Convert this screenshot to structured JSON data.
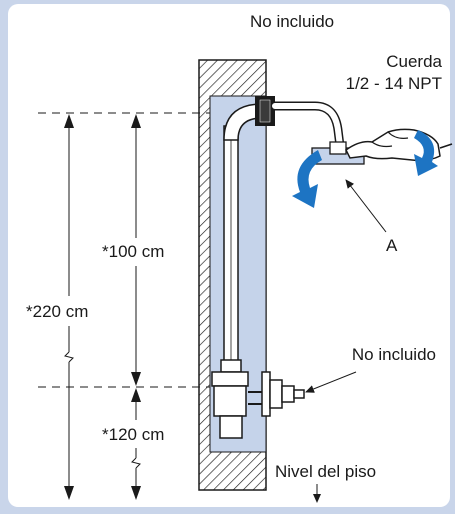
{
  "labels": {
    "top_not_included": "No incluido",
    "thread_line1": "Cuerda",
    "thread_line2": "1/2 - 14 NPT",
    "callout_a": "A",
    "dim_100": "*100 cm",
    "dim_220": "*220 cm",
    "dim_120": "*120 cm",
    "side_not_included": "No incluido",
    "floor_level": "Nivel del piso"
  },
  "colors": {
    "background": "#c9d5ea",
    "panel": "#ffffff",
    "fixture_fill": "#c5d3ea",
    "arrow_blue": "#1d74c3",
    "line": "#1a1a1a"
  }
}
